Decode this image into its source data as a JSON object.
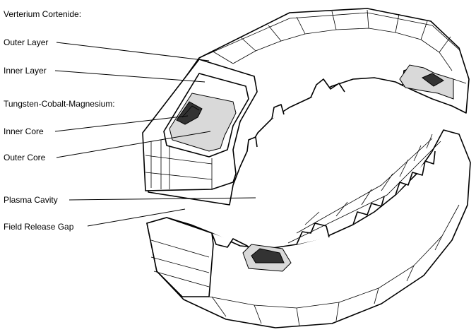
{
  "labels": {
    "verterium": "Verterium Cortenide:",
    "outer_layer": "Outer Layer",
    "inner_layer": "Inner Layer",
    "tungsten": "Tungsten-Cobalt-Magnesium:",
    "inner_core": "Inner Core",
    "outer_core": "Outer Core",
    "plasma_cavity": "Plasma Cavity",
    "field_release_gap": "Field Release Gap"
  }
}
